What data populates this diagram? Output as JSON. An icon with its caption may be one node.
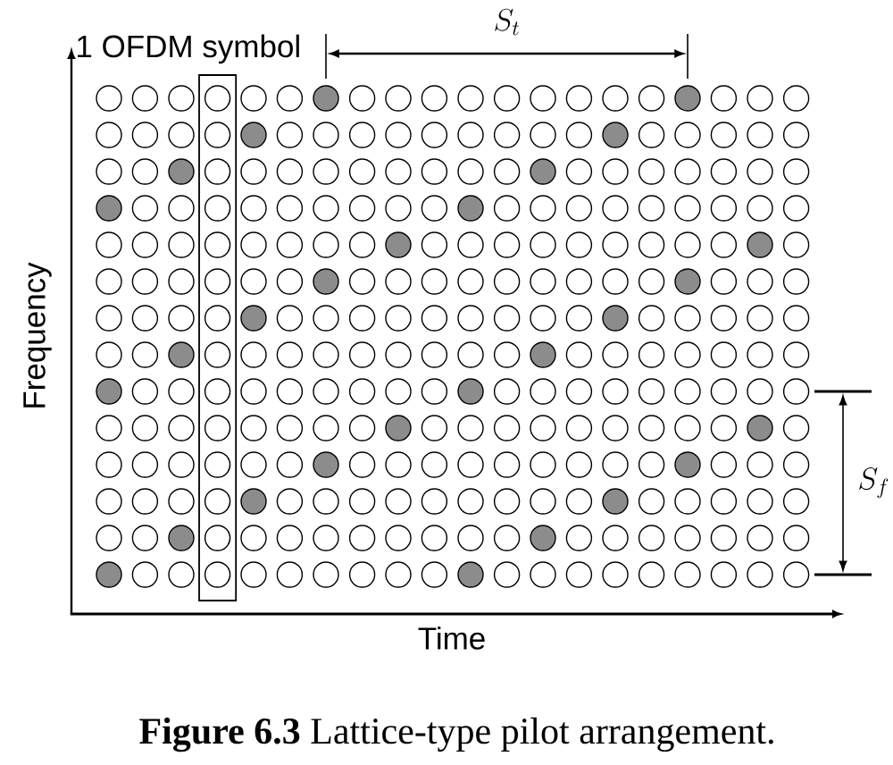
{
  "diagram": {
    "caption": "**Figure 6.3** Lattice-type pilot arrangement.",
    "labels": [
      "1 OFDM symbol",
      "S_t",
      "S_f",
      "Frequency",
      "Time"
    ]
  }
}
